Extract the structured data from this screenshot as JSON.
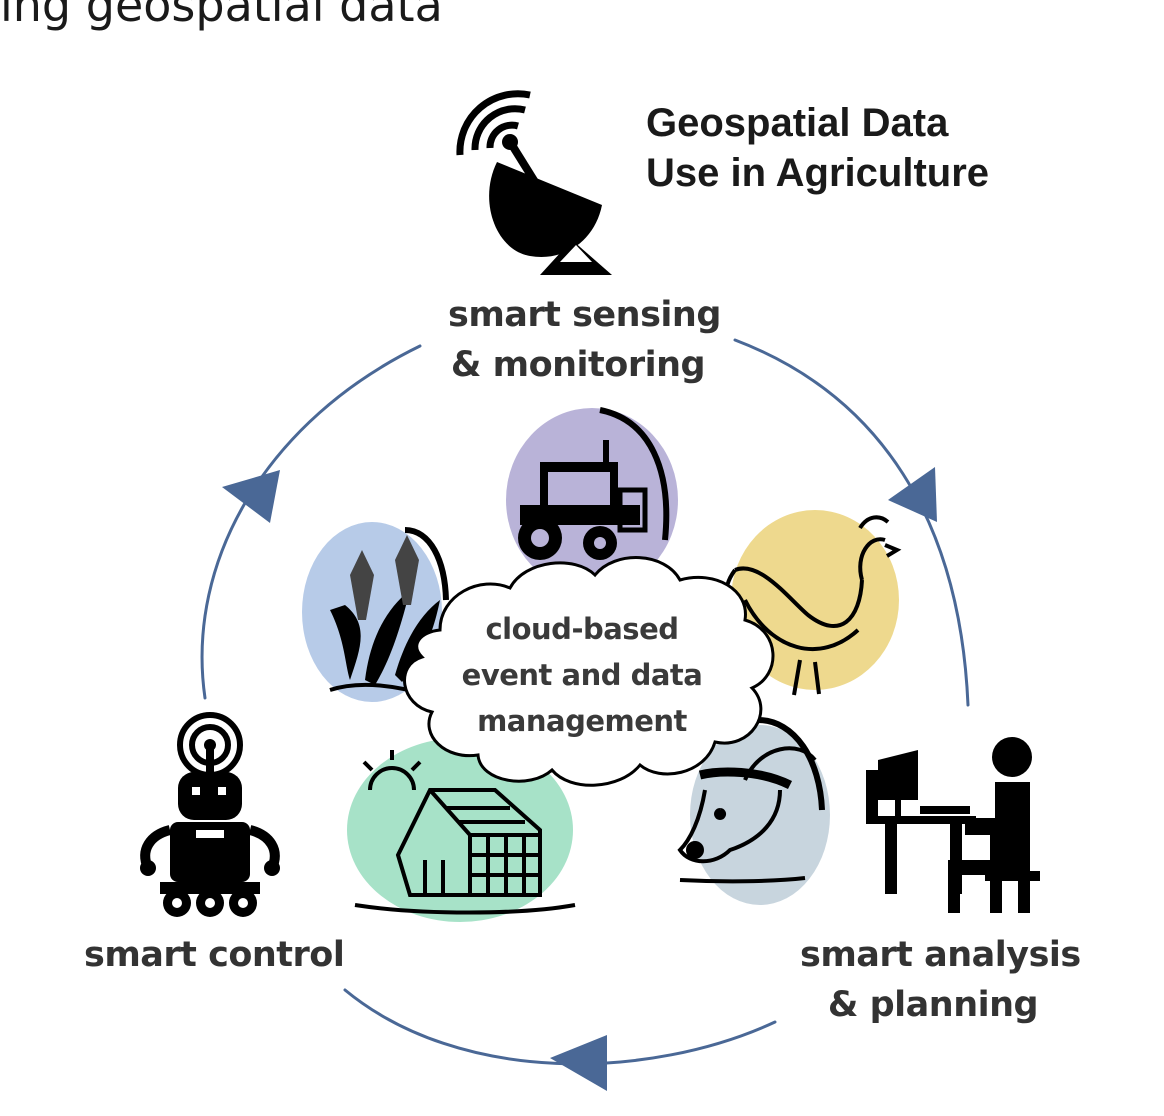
{
  "header": {
    "text": "ing geospatial data"
  },
  "diagram": {
    "title_lines": [
      "Geospatial Data",
      "Use in Agriculture"
    ],
    "nodes": {
      "sensing": {
        "lines": [
          "smart sensing",
          "& monitoring"
        ]
      },
      "analysis": {
        "lines": [
          "smart analysis",
          "& planning"
        ]
      },
      "control": {
        "lines": [
          "smart control"
        ]
      }
    },
    "center": {
      "lines": [
        "cloud-based",
        "event and data",
        "management"
      ]
    },
    "colors": {
      "cycle_arrow": "#4a6896",
      "circle_purple": "#b9b3d8",
      "circle_blue": "#b7cbe8",
      "circle_yellow": "#eed98e",
      "circle_green": "#a7e2c8",
      "circle_slate": "#c8d5de",
      "icons": "#000000"
    },
    "icons": [
      "satellite-dish-icon",
      "tractor-icon",
      "corn-icon",
      "rooster-icon",
      "greenhouse-icon",
      "cow-icon",
      "robot-icon",
      "person-at-computer-icon",
      "cloud-icon"
    ]
  }
}
